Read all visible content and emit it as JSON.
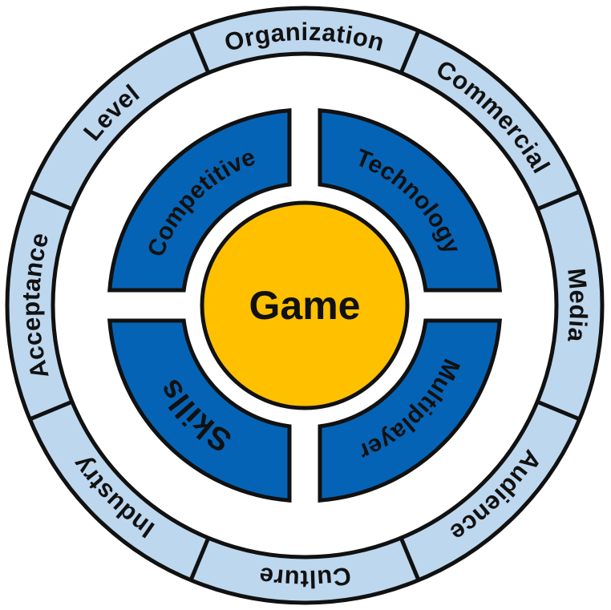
{
  "center": {
    "label": "Game"
  },
  "inner_segments": [
    {
      "label": "Technology"
    },
    {
      "label": "Multiplayer"
    },
    {
      "label": "Skills"
    },
    {
      "label": "Competitive"
    }
  ],
  "outer_segments": [
    {
      "label": "Organization"
    },
    {
      "label": "Commercial"
    },
    {
      "label": "Media"
    },
    {
      "label": "Audience"
    },
    {
      "label": "Culture"
    },
    {
      "label": "Industry"
    },
    {
      "label": "Acceptance"
    },
    {
      "label": "Level"
    }
  ],
  "colors": {
    "outer_fill": "#bdd7ee",
    "inner_fill": "#0563b5",
    "center_fill": "#ffc000",
    "stroke": "#111111"
  }
}
